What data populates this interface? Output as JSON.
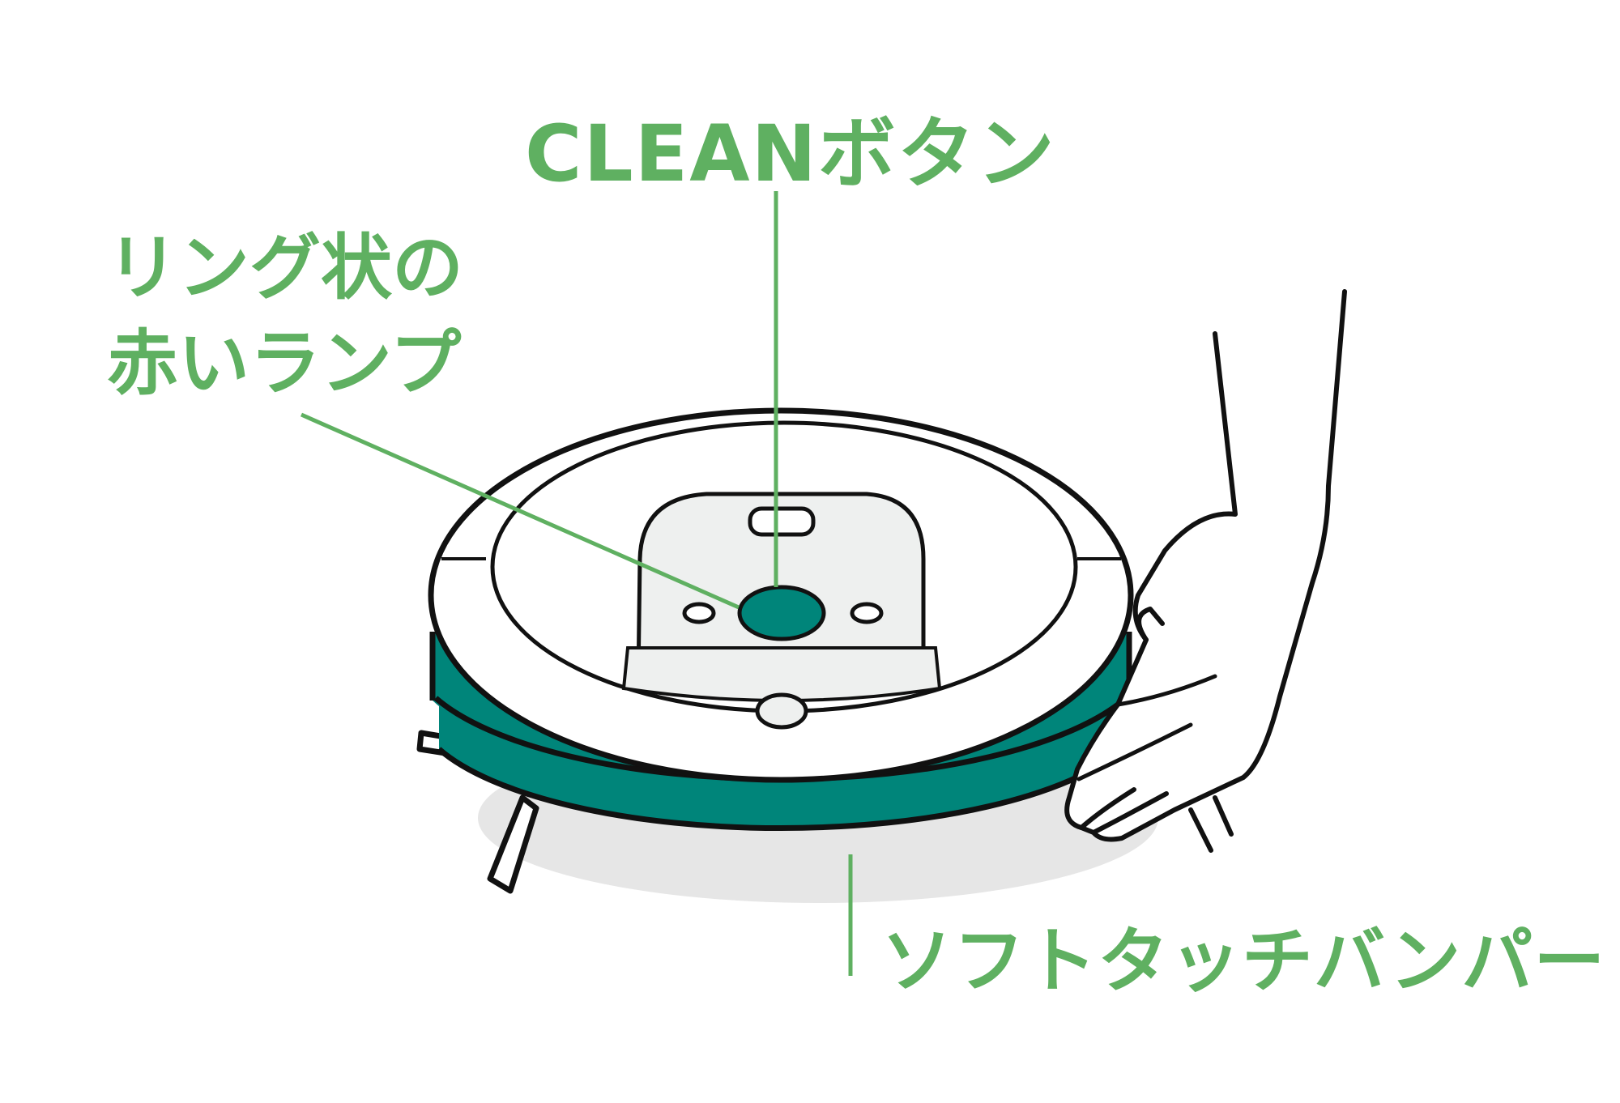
{
  "colors": {
    "label_green": "#5fb061",
    "robot_teal": "#00857a",
    "outline": "#111111",
    "body_white": "#ffffff",
    "panel_gray": "#eef0ef",
    "shadow_gray": "#e6e6e6"
  },
  "labels": {
    "clean_button": "CLEANボタン",
    "ring_lamp_line1": "リング状の",
    "ring_lamp_line2": "赤いランプ",
    "soft_bumper": "ソフトタッチバンパー"
  },
  "icons": {
    "robot": "robot-vacuum-illustration",
    "hand": "hand-illustration",
    "impact": "impact-marks"
  }
}
